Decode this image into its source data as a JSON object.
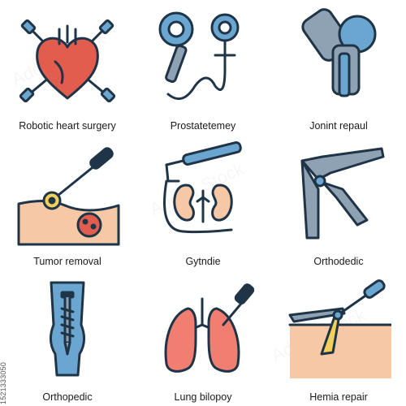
{
  "icons": [
    {
      "label": "Robotic heart surgery",
      "icon": "robotic-heart-icon"
    },
    {
      "label": "Prostatetemey",
      "icon": "prostate-icon"
    },
    {
      "label": "Jonint repaul",
      "icon": "joint-repair-icon"
    },
    {
      "label": "Tumor removal",
      "icon": "tumor-removal-icon"
    },
    {
      "label": "Gytndie",
      "icon": "kidney-icon"
    },
    {
      "label": "Orthodedic",
      "icon": "clamp-icon"
    },
    {
      "label": "Orthopedic",
      "icon": "bone-screw-icon"
    },
    {
      "label": "Lung bilopoy",
      "icon": "lung-biopsy-icon"
    },
    {
      "label": "Hemia repair",
      "icon": "hernia-repair-icon"
    }
  ],
  "stock_id": "1521333050",
  "watermark": "Adobe Stock",
  "colors": {
    "outline": "#1f3447",
    "blue": "#6aa6cf",
    "gray": "#8fa2b4",
    "red": "#e35d4f",
    "skin": "#f7c8a6",
    "pink": "#f07f72",
    "yellow": "#f2d15a"
  }
}
